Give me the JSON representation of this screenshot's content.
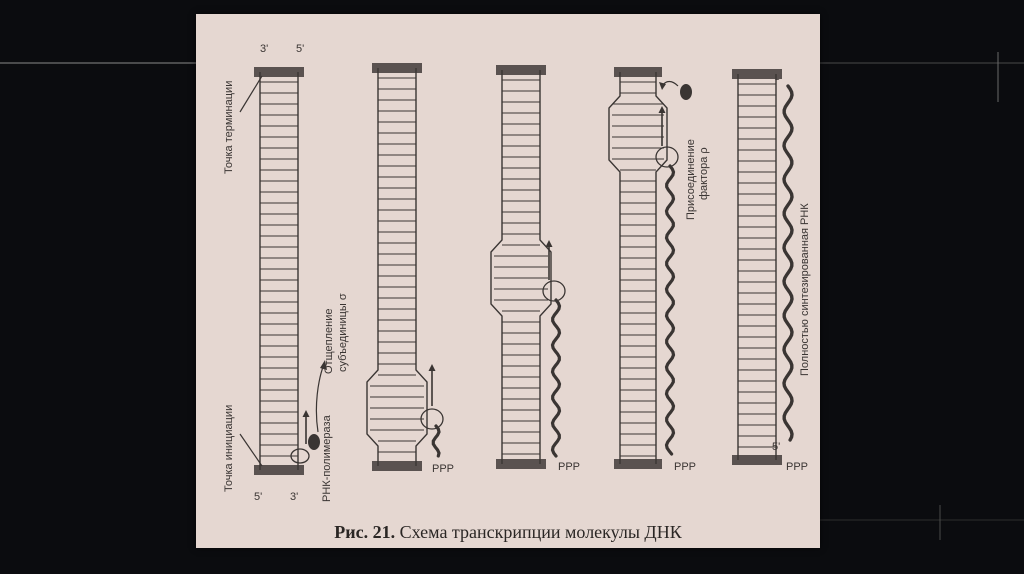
{
  "slide": {
    "caption_bold": "Рис. 21.",
    "caption_text": " Схема транскрипции молекулы ДНК"
  },
  "labels": {
    "termination_point": "Точка терминации",
    "initiation_point": "Точка инициации",
    "rna_polymerase": "РНК-полимераза",
    "sigma_detach_1": "Отщепление",
    "sigma_detach_2": "субъединицы σ",
    "rho_attach_1": "Присоединение",
    "rho_attach_2": "фактора ρ",
    "full_rna": "Полностью синтезированная РНК",
    "end_3": "3'",
    "end_5": "5'",
    "ppp": "PPP"
  },
  "colors": {
    "paper": "#e5d7d1",
    "ink": "#3a3533",
    "cap": "#5a5250",
    "background": "#0b0c0f"
  }
}
